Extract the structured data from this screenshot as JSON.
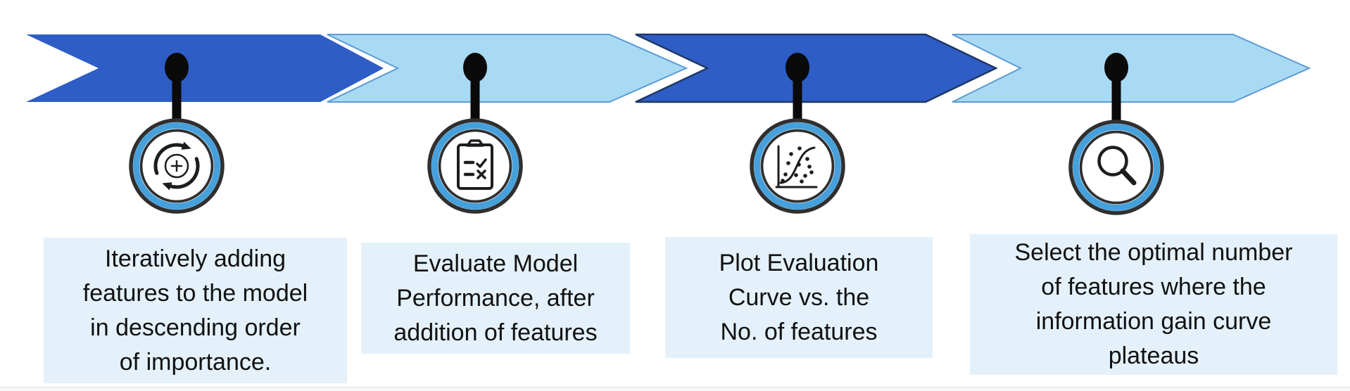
{
  "diagram": {
    "kind": "process-flow",
    "step_count": 4
  },
  "colors": {
    "chevron_dark": "#2E5DC6",
    "chevron_light": "#A9DAF3",
    "chevron_light_border": "#5B9BD5",
    "chevron_dark_border": "#1F3864",
    "ring_blue": "#45A0DC",
    "ring_dark": "#2F2F2F",
    "pin_black": "#0a0a0a",
    "glyph": "#1d1d1d",
    "textbox_bg": "#E4F1FA",
    "text": "#111111",
    "footer_line": "#E7E8EA"
  },
  "steps": [
    {
      "icon": "iterate-cycle-icon",
      "lines": [
        "Iteratively adding",
        "features to the model",
        "in descending order",
        "of importance."
      ]
    },
    {
      "icon": "clipboard-checklist-icon",
      "lines": [
        "Evaluate Model",
        "Performance, after",
        "addition of features"
      ]
    },
    {
      "icon": "evaluation-curve-chart-icon",
      "lines": [
        "Plot Evaluation",
        "Curve vs. the",
        "No. of features"
      ]
    },
    {
      "icon": "magnifier-icon",
      "lines": [
        "Select the optimal number",
        "of features where the",
        "information gain curve",
        "plateaus"
      ]
    }
  ]
}
